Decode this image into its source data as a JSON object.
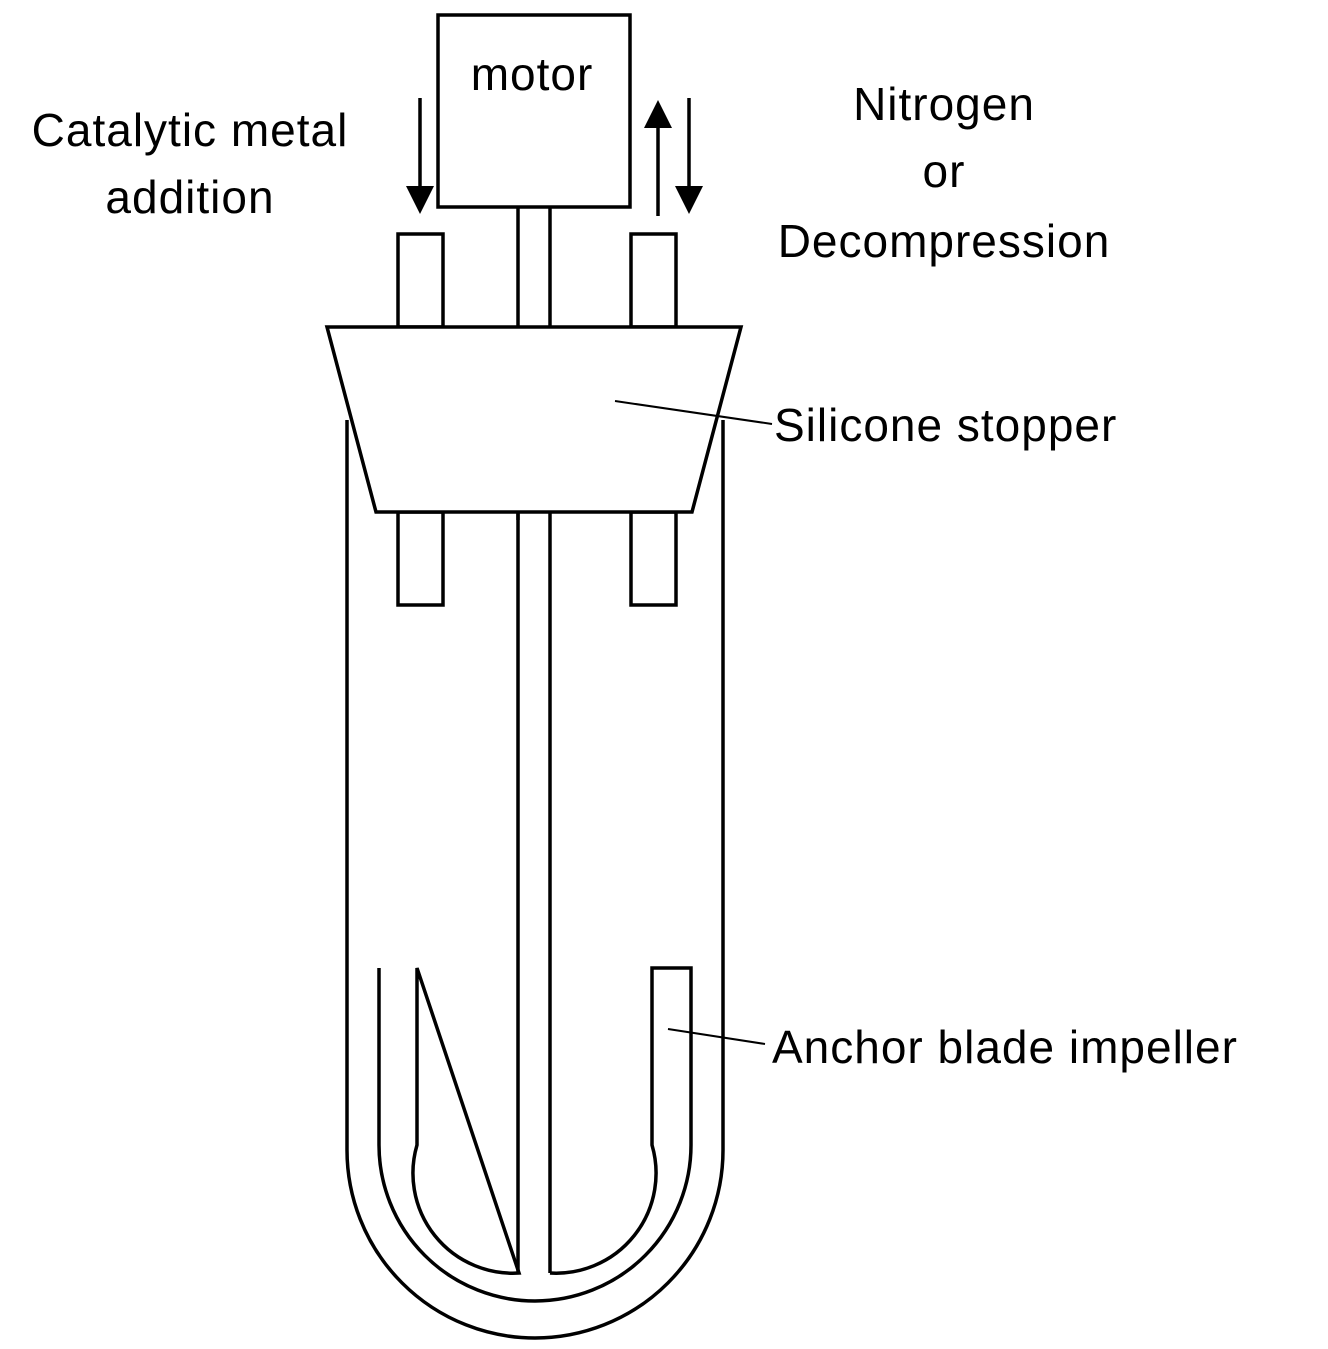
{
  "labels": {
    "motor": "motor",
    "catalytic_line1": "Catalytic metal",
    "catalytic_line2": "addition",
    "nitrogen_line1": "Nitrogen",
    "nitrogen_line2": "or",
    "nitrogen_line3": "Decompression",
    "stopper": "Silicone stopper",
    "impeller": "Anchor blade impeller"
  },
  "colors": {
    "line": "#000000",
    "background": "#ffffff"
  }
}
